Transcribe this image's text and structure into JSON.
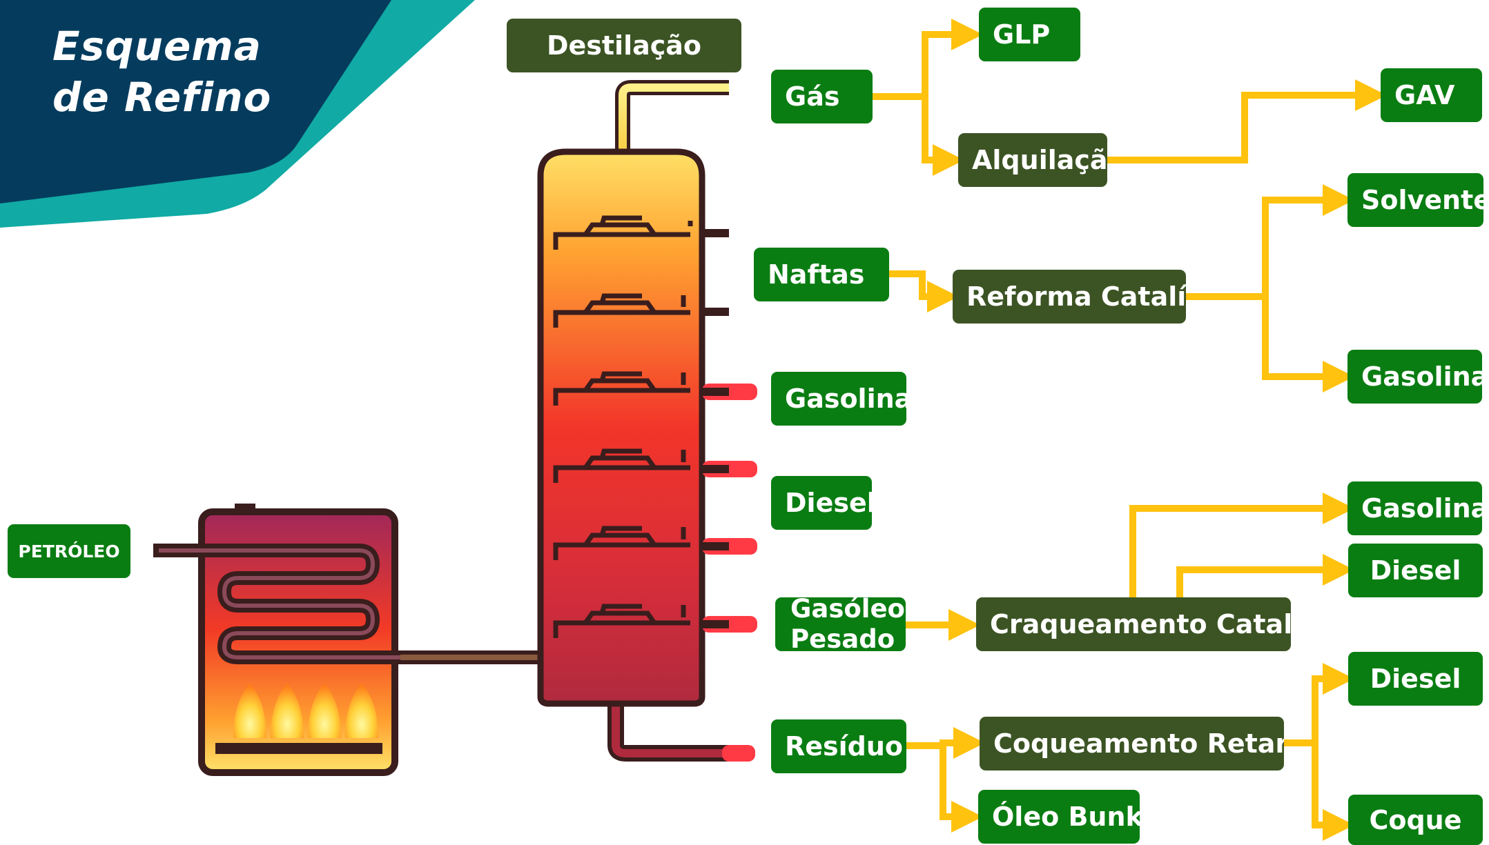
{
  "title": {
    "line1": "Esquema",
    "line2": "de Refino"
  },
  "petroleo": "PETRÓLEO",
  "destilacao": "Destilação",
  "fractions": {
    "gas": "Gás",
    "naftas": "Naftas",
    "gasolina": "Gasolina",
    "diesel": "Diesel",
    "gasoleo_line1": "Gasóleo",
    "gasoleo_line2": "Pesado",
    "residuo": "Resíduo"
  },
  "processes": {
    "alquilacao": "Alquilação",
    "reforma": "Reforma Catalítica",
    "craqueamento": "Craqueamento Catalítico",
    "coqueamento": "Coqueamento Retardado",
    "oleo_bunker": "Óleo Bunker"
  },
  "products": {
    "glp": "GLP",
    "gav": "GAV",
    "solventes": "Solventes",
    "gasolina_reforma": "Gasolina",
    "gasolina_craq": "Gasolina",
    "diesel_craq": "Diesel",
    "diesel_coq": "Diesel",
    "coque": "Coque"
  },
  "colors": {
    "header_navy": "#053c5e",
    "header_teal": "#11aaa4",
    "product_green": "#0a7d12",
    "process_green": "#3c5424",
    "arrow_yellow": "#ffc20e"
  }
}
